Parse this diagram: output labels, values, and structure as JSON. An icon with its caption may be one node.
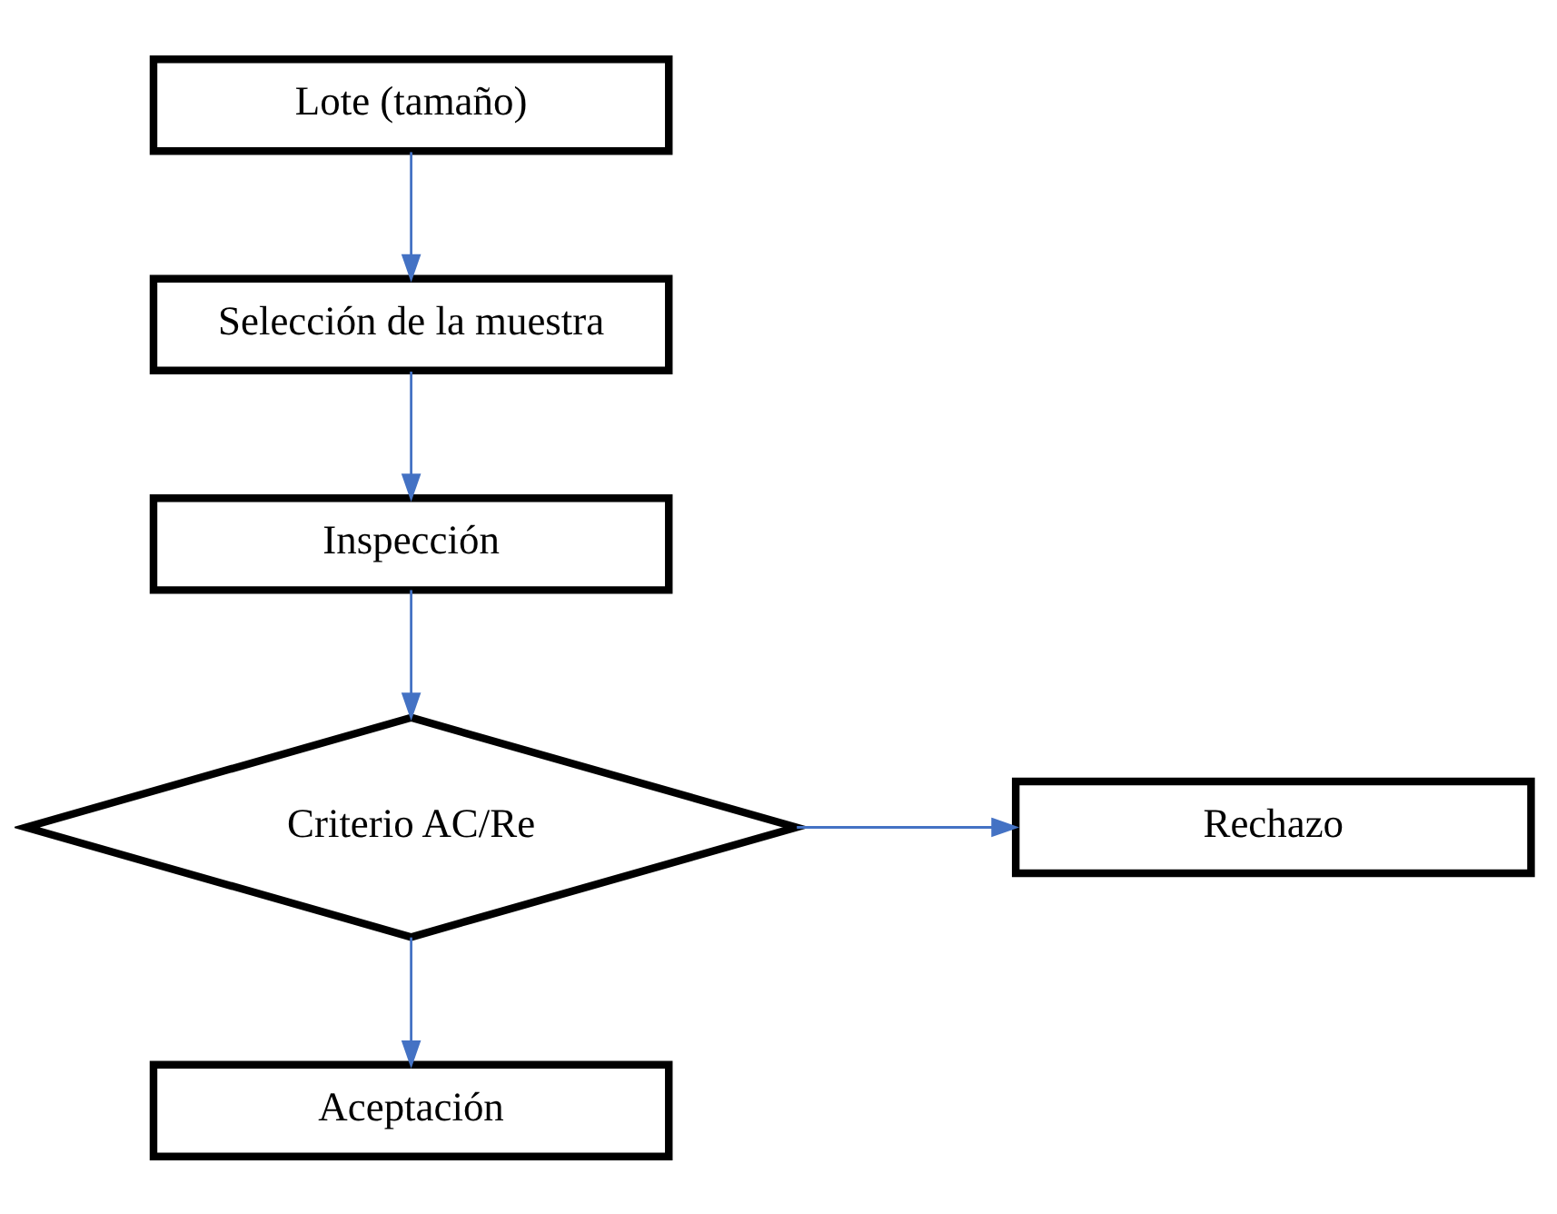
{
  "diagram": {
    "nodes": [
      {
        "text": [
          "Lote (tamaño)"
        ]
      },
      {
        "text": [
          "Selección de la muestra"
        ]
      },
      {
        "text": [
          "Inspección"
        ]
      },
      {
        "text": [
          "Criterio AC/Re"
        ]
      },
      {
        "text": [
          "Rechazo"
        ]
      },
      {
        "text": [
          "Aceptación"
        ]
      }
    ],
    "edges": [
      {
        "from": 0,
        "to": 1,
        "arrow": "to"
      },
      {
        "from": 1,
        "to": 2,
        "arrow": "to"
      },
      {
        "from": 2,
        "to": 3,
        "arrow": "to"
      },
      {
        "from": 3,
        "to": 4,
        "arrow": "to"
      },
      {
        "from": 3,
        "to": 5,
        "arrow": "to"
      }
    ]
  }
}
